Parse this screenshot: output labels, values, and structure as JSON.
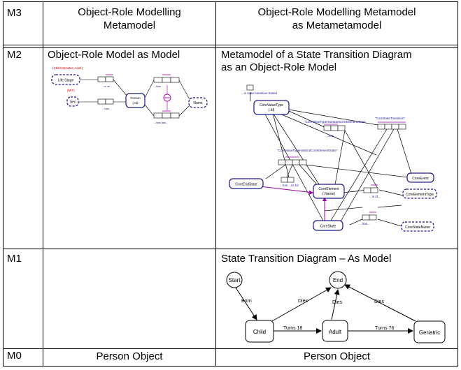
{
  "levels": [
    "M3",
    "M2",
    "M1",
    "M0"
  ],
  "m3": {
    "left_line1": "Object-Role Modelling",
    "left_line2": "Metamodel",
    "right_line1": "Object-Role Modelling Metamodel",
    "right_line2": "as Metametamodel"
  },
  "m2": {
    "left_title": "Object-Role Model as Model",
    "right_title_line1": "Metamodel of a State Transition Diagram",
    "right_title_line2": "as an Object-Role Model",
    "orm": {
      "values_life": "{Child,Geriatric,Adult}",
      "life_stage": "Life Stage",
      "values_sex": "{M,F}",
      "sex": "Sex",
      "person": "Person",
      "person_ref": "(.Id)",
      "name": "Name",
      "role_is_at": "...is at...",
      "role_has": "...has...",
      "role_has2": "...has...",
      "role_has_last": "...has last..."
    },
    "meta": {
      "is_state_transition_based": "...is state transition based",
      "core_value_type": "CoreValueType",
      "core_value_type_ref": "(.Id)",
      "start_state": "\"CoreValueTypeHasStartCoreElementState\"",
      "core_state_transition": "\"CoreStateTransition\"",
      "end_state": "\"CoreValueTypeHasEndCoreElementState\"",
      "has_label": "...has...",
      "core_event": "CoreEvent",
      "core_end_state": "CoreEndState",
      "core_element": "CoreElement",
      "core_element_ref": "(.Name)",
      "core_element_type": "CoreElementType",
      "is_of": "...is of...",
      "has_is_for": "...has .../is for",
      "core_state": "CoreState",
      "has2": "...has...",
      "core_state_name": "CoreStateName"
    }
  },
  "m1": {
    "title": "State Transition Diagram – As Model",
    "start": "Start",
    "end": "End",
    "child": "Child",
    "adult": "Adult",
    "geriatric": "Geriatric",
    "born": "Born",
    "dies": "Dies",
    "turns18": "Turns 18",
    "turns76": "Turns 76"
  },
  "m0": {
    "left": "Person Object",
    "right": "Person Object"
  }
}
